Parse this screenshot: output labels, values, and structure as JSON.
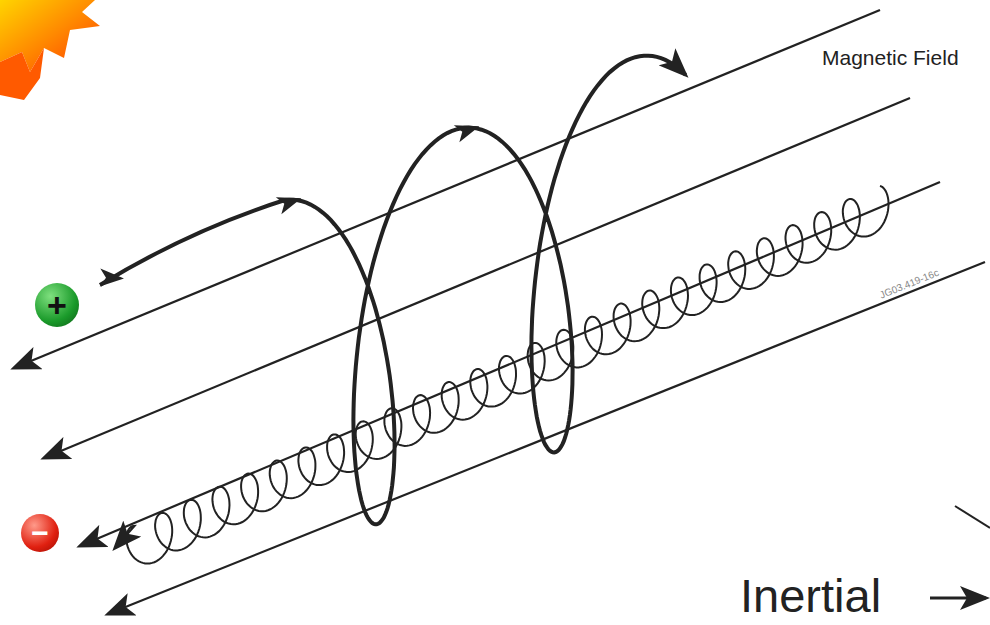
{
  "diagram": {
    "nodes": [
      {
        "text": [
          "+"
        ]
      },
      {
        "text": [
          "−"
        ]
      }
    ],
    "labels": [
      "Magnetic Field",
      "JG03.419-16c",
      "Inertial"
    ]
  }
}
